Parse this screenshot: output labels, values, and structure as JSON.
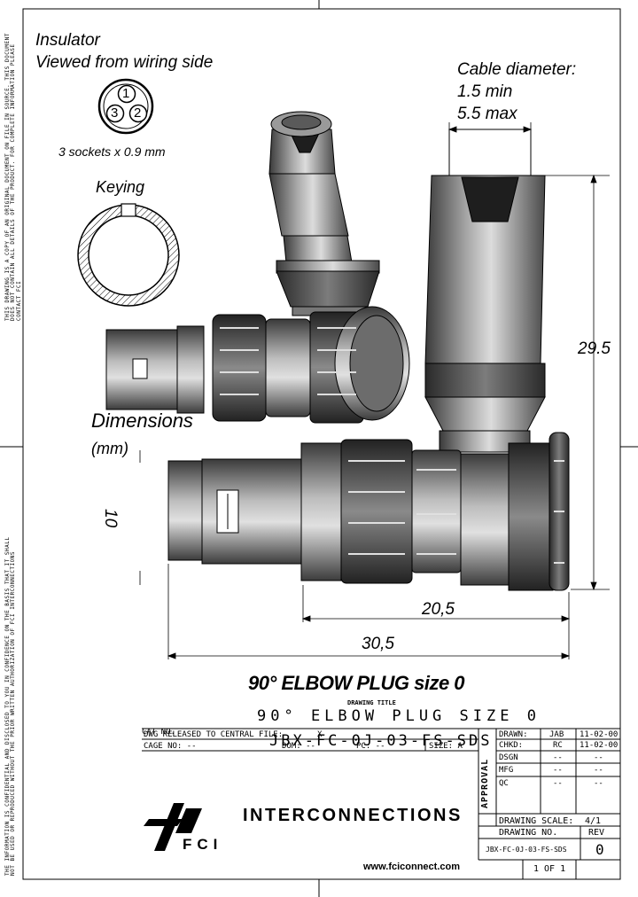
{
  "insulator": {
    "title_line1": "Insulator",
    "title_line2": "Viewed from wiring side",
    "pins": [
      "1",
      "2",
      "3"
    ],
    "sockets_note": "3 sockets x 0.9 mm"
  },
  "keying": {
    "label": "Keying"
  },
  "cable": {
    "label": "Cable diameter:",
    "min": "1.5 min",
    "max": "5.5 max"
  },
  "dimensions": {
    "label": "Dimensions",
    "unit": "(mm)",
    "height_total": "29.5",
    "height_body": "10",
    "length_body": "20,5",
    "length_total": "30,5"
  },
  "title_block": {
    "main_title": "90° ELBOW PLUG size 0",
    "drawing_title_caption": "DRAWING TITLE",
    "drawing_title": "90° ELBOW PLUG SIZE 0",
    "cat_no_label": "CAT NO.",
    "cat_no": "JBX-FC-0J-03-FS-SDS",
    "dwg_released": "DWG RELEASED TO CENTRAL FILE:",
    "dwg_released_value": "X",
    "cage_no": "CAGE NO: --",
    "dom": "DOM: --",
    "pc": "PC: --",
    "size": "SIZE: A",
    "approval": "APPROVAL",
    "rows": [
      {
        "label": "DRAWN:",
        "by": "JAB",
        "date": "11-02-00"
      },
      {
        "label": "CHKD:",
        "by": "RC",
        "date": "11-02-00"
      },
      {
        "label": "DSGN",
        "by": "--",
        "date": "--"
      },
      {
        "label": "MFG",
        "by": "--",
        "date": "--"
      },
      {
        "label": "QC",
        "by": "--",
        "date": "--"
      }
    ],
    "scale_label": "DRAWING SCALE:",
    "scale_value": "4/1",
    "drawing_no_label": "DRAWING NO.",
    "rev_label": "REV",
    "drawing_no": "JBX-FC-0J-03-FS-SDS",
    "rev": "0",
    "sheet": "1 OF 1",
    "company": "INTERCONNECTIONS",
    "logo_text": "FCI",
    "website": "www.fciconnect.com"
  },
  "margin_notes": {
    "top": "THIS DRAWING IS A COPY OF AN ORIGINAL DOCUMENT ON FILE IN SOURCE. THIS DOCUMENT DOES NOT CONTAIN ALL DETAILS OF THE PRODUCT. FOR COMPLETE INFORMATION PLEASE CONTACT FCI",
    "bottom": "THE INFORMATION IS CONFIDENTIAL AND DISCLOSED TO YOU IN CONFIDENCE ON THE BASIS THAT IT SHALL NOT BE USED OR REPRODUCED WITHOUT THE PRIOR WRITTEN AUTHORIZATION OF FCI INTERCONNECTIONS"
  }
}
